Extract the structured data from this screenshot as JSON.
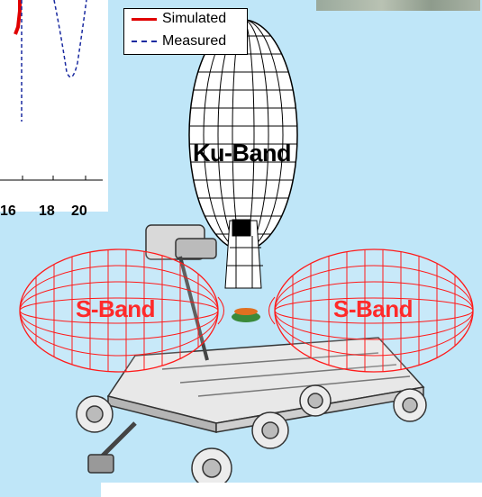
{
  "legend": {
    "simulated_label": "Simulated",
    "measured_label": "Measured",
    "simulated_color": "#e00000",
    "measured_color": "#1a2aa0"
  },
  "plot_ticks": [
    "16",
    "18",
    "20"
  ],
  "labels": {
    "ku_band": "Ku-Band",
    "s_band_left": "S-Band",
    "s_band_right": "S-Band"
  },
  "colors": {
    "background": "#bfe6f8",
    "s_band_pattern": "#ff1a1a",
    "ku_band_pattern": "#000000"
  }
}
